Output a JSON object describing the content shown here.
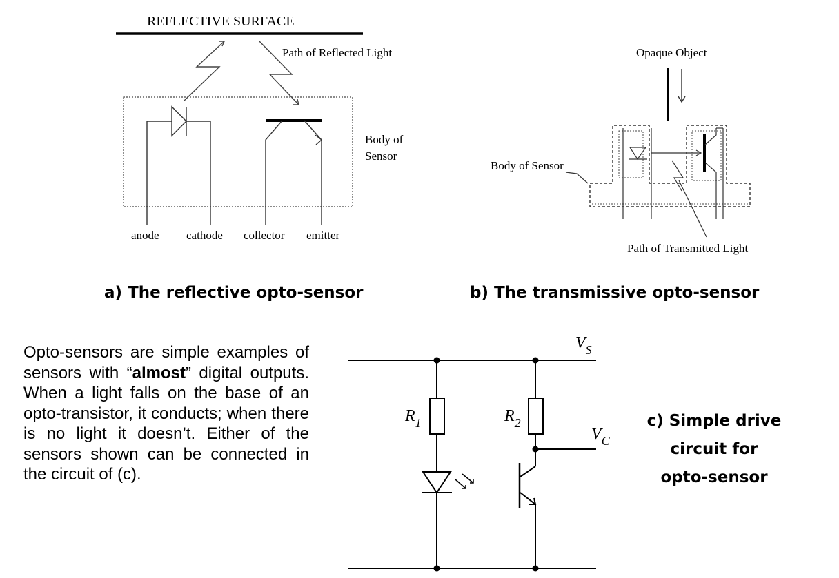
{
  "reflective": {
    "surface_label": "REFLECTIVE SURFACE",
    "path_label": "Path of Reflected Light",
    "body_label_line1": "Body of",
    "body_label_line2": "Sensor",
    "pin_anode": "anode",
    "pin_cathode": "cathode",
    "pin_collector": "collector",
    "pin_emitter": "emitter",
    "caption": "a) The reflective opto-sensor"
  },
  "transmissive": {
    "object_label": "Opaque Object",
    "body_label": "Body of Sensor",
    "path_label": "Path of Transmitted Light",
    "caption": "b) The transmissive opto-sensor"
  },
  "circuit": {
    "vs_main": "V",
    "vs_sub": "S",
    "vc_main": "V",
    "vc_sub": "C",
    "r1_main": "R",
    "r1_sub": "1",
    "r2_main": "R",
    "r2_sub": "2",
    "caption_line1": "c) Simple drive",
    "caption_line2": "circuit for",
    "caption_line3": "opto-sensor"
  },
  "paragraph": {
    "text_before": "Opto-sensors are simple examples of sensors with “",
    "bold": "almost",
    "text_after": "” digital outputs. When a light falls on the base of an opto-transistor, it conducts; when there is no light it doesn’t. Either of the sensors shown can be connected in the circuit of (c)."
  }
}
